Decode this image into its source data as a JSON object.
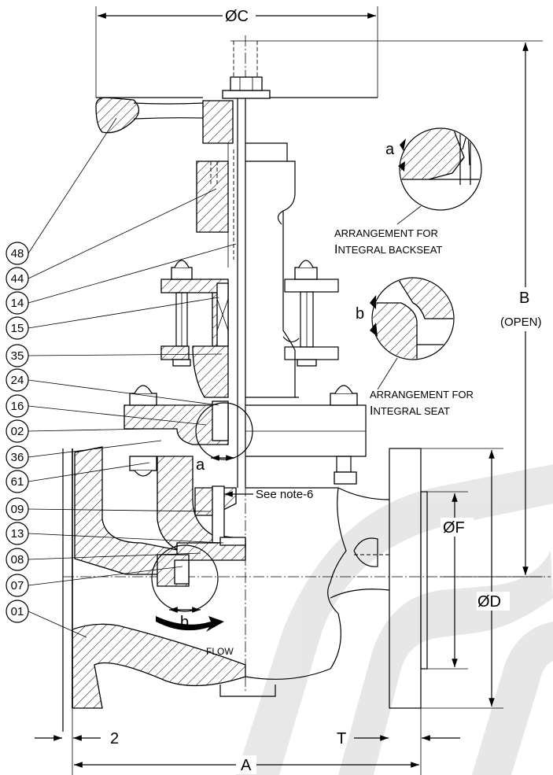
{
  "dimensions": {
    "overall_diameter_top": "ØC",
    "height": "B",
    "height_note": "(OPEN)",
    "flange_diameter": "ØD",
    "raised_face_diameter": "ØF",
    "face_to_face": "A",
    "raised_face_height": "2",
    "flange_thickness": "T"
  },
  "part_callouts": [
    "48",
    "44",
    "14",
    "15",
    "35",
    "24",
    "16",
    "02",
    "36",
    "61",
    "09",
    "13",
    "08",
    "07",
    "01"
  ],
  "details": {
    "backseat": {
      "mark": "a",
      "line1": "ARRANGEMENT FOR",
      "line2_initial": "I",
      "line2_rest": "NTEGRAL BACKSEAT"
    },
    "seat": {
      "mark": "b",
      "line1": "ARRANGEMENT FOR",
      "line2_initial": "I",
      "line2_rest": "NTEGRAL SEAT"
    }
  },
  "detail_marks": {
    "a": "a",
    "b": "b"
  },
  "note": "See note-6",
  "flow_label": "FLOW"
}
